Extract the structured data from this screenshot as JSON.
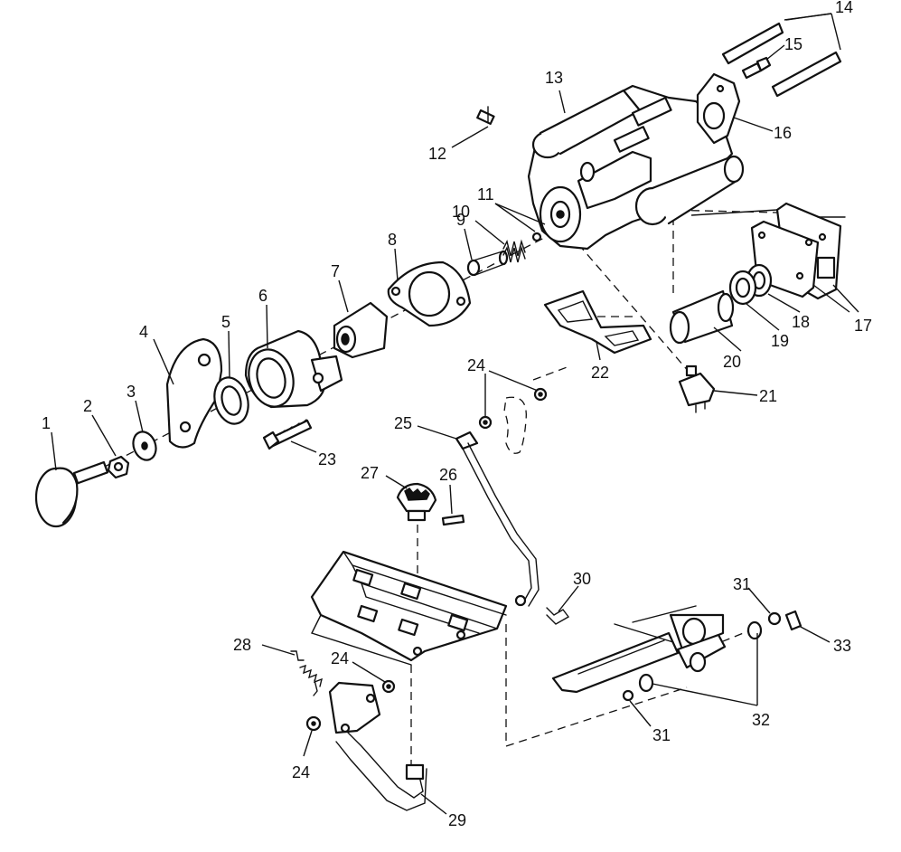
{
  "callouts": [
    {
      "label": "1"
    },
    {
      "label": "2"
    },
    {
      "label": "3"
    },
    {
      "label": "4"
    },
    {
      "label": "5"
    },
    {
      "label": "6"
    },
    {
      "label": "7"
    },
    {
      "label": "8"
    },
    {
      "label": "9"
    },
    {
      "label": "10"
    },
    {
      "label": "11"
    },
    {
      "label": "12"
    },
    {
      "label": "13"
    },
    {
      "label": "14"
    },
    {
      "label": "15"
    },
    {
      "label": "16"
    },
    {
      "label": "17"
    },
    {
      "label": "18"
    },
    {
      "label": "19"
    },
    {
      "label": "20"
    },
    {
      "label": "21"
    },
    {
      "label": "22"
    },
    {
      "label": "23"
    },
    {
      "label": "24"
    },
    {
      "label": "24"
    },
    {
      "label": "24"
    },
    {
      "label": "25"
    },
    {
      "label": "26"
    },
    {
      "label": "27"
    },
    {
      "label": "28"
    },
    {
      "label": "29"
    },
    {
      "label": "30"
    },
    {
      "label": "31"
    },
    {
      "label": "31"
    },
    {
      "label": "32"
    },
    {
      "label": "33"
    }
  ]
}
